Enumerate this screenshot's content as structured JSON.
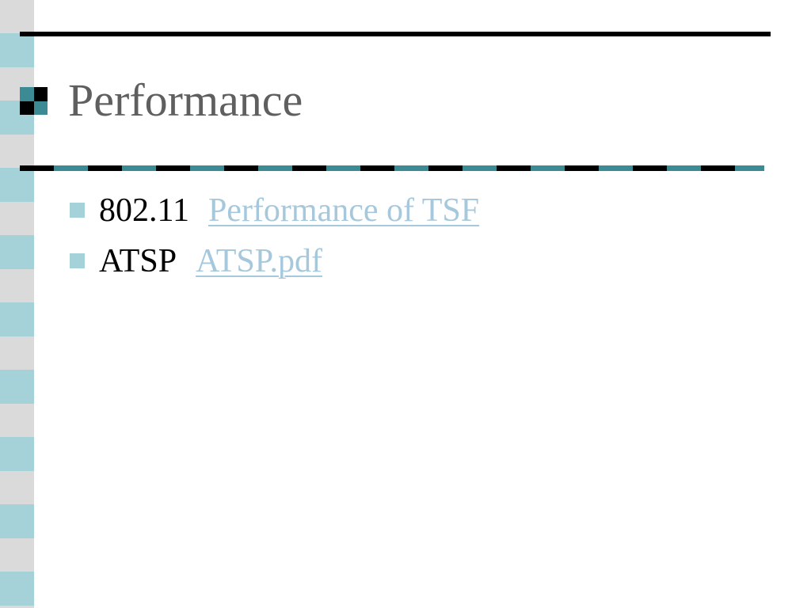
{
  "slide": {
    "title": "Performance",
    "bullets": [
      {
        "text": "802.11",
        "link_label": "Performance of TSF"
      },
      {
        "text": "ATSP",
        "link_label": "ATSP.pdf"
      }
    ]
  },
  "colors": {
    "accent_teal": "#3b8a94",
    "light_teal": "#a5d1d9",
    "stripe_gray": "#dadada",
    "title_gray": "#5f5f5f",
    "link_blue": "#a6c8dc"
  },
  "icons": {
    "title_bullet": "checkered-square-icon",
    "item_bullet": "square-bullet-icon"
  }
}
